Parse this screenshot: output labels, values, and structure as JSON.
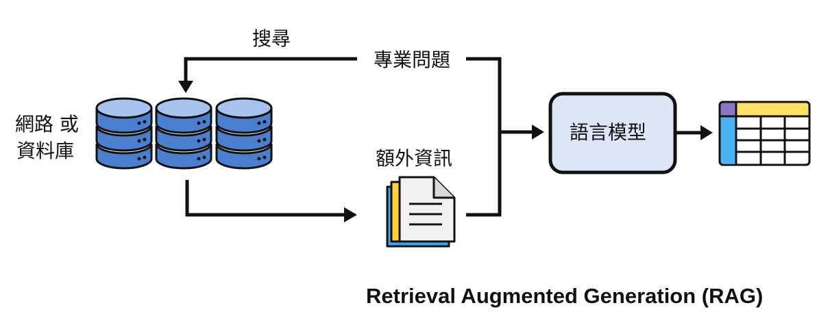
{
  "diagram": {
    "search_label": "搜尋",
    "question_label": "專業問題",
    "source_label_line1": "網路 或",
    "source_label_line2": "資料庫",
    "extra_info_label": "額外資訊",
    "model_label": "語言模型",
    "caption": "Retrieval Augmented Generation (RAG)"
  },
  "icons": [
    "database-icon",
    "document-stack-icon",
    "table-output-icon"
  ],
  "colors": {
    "database_blue": "#4a7fd0",
    "database_light": "#a7c4ef",
    "model_box_fill": "#dde5f7",
    "document_yellow": "#ffd23a",
    "document_blue": "#3aa6ee",
    "table_header_yellow": "#ffe067",
    "table_purple": "#8a75c5",
    "table_blue": "#4cb3f2"
  }
}
